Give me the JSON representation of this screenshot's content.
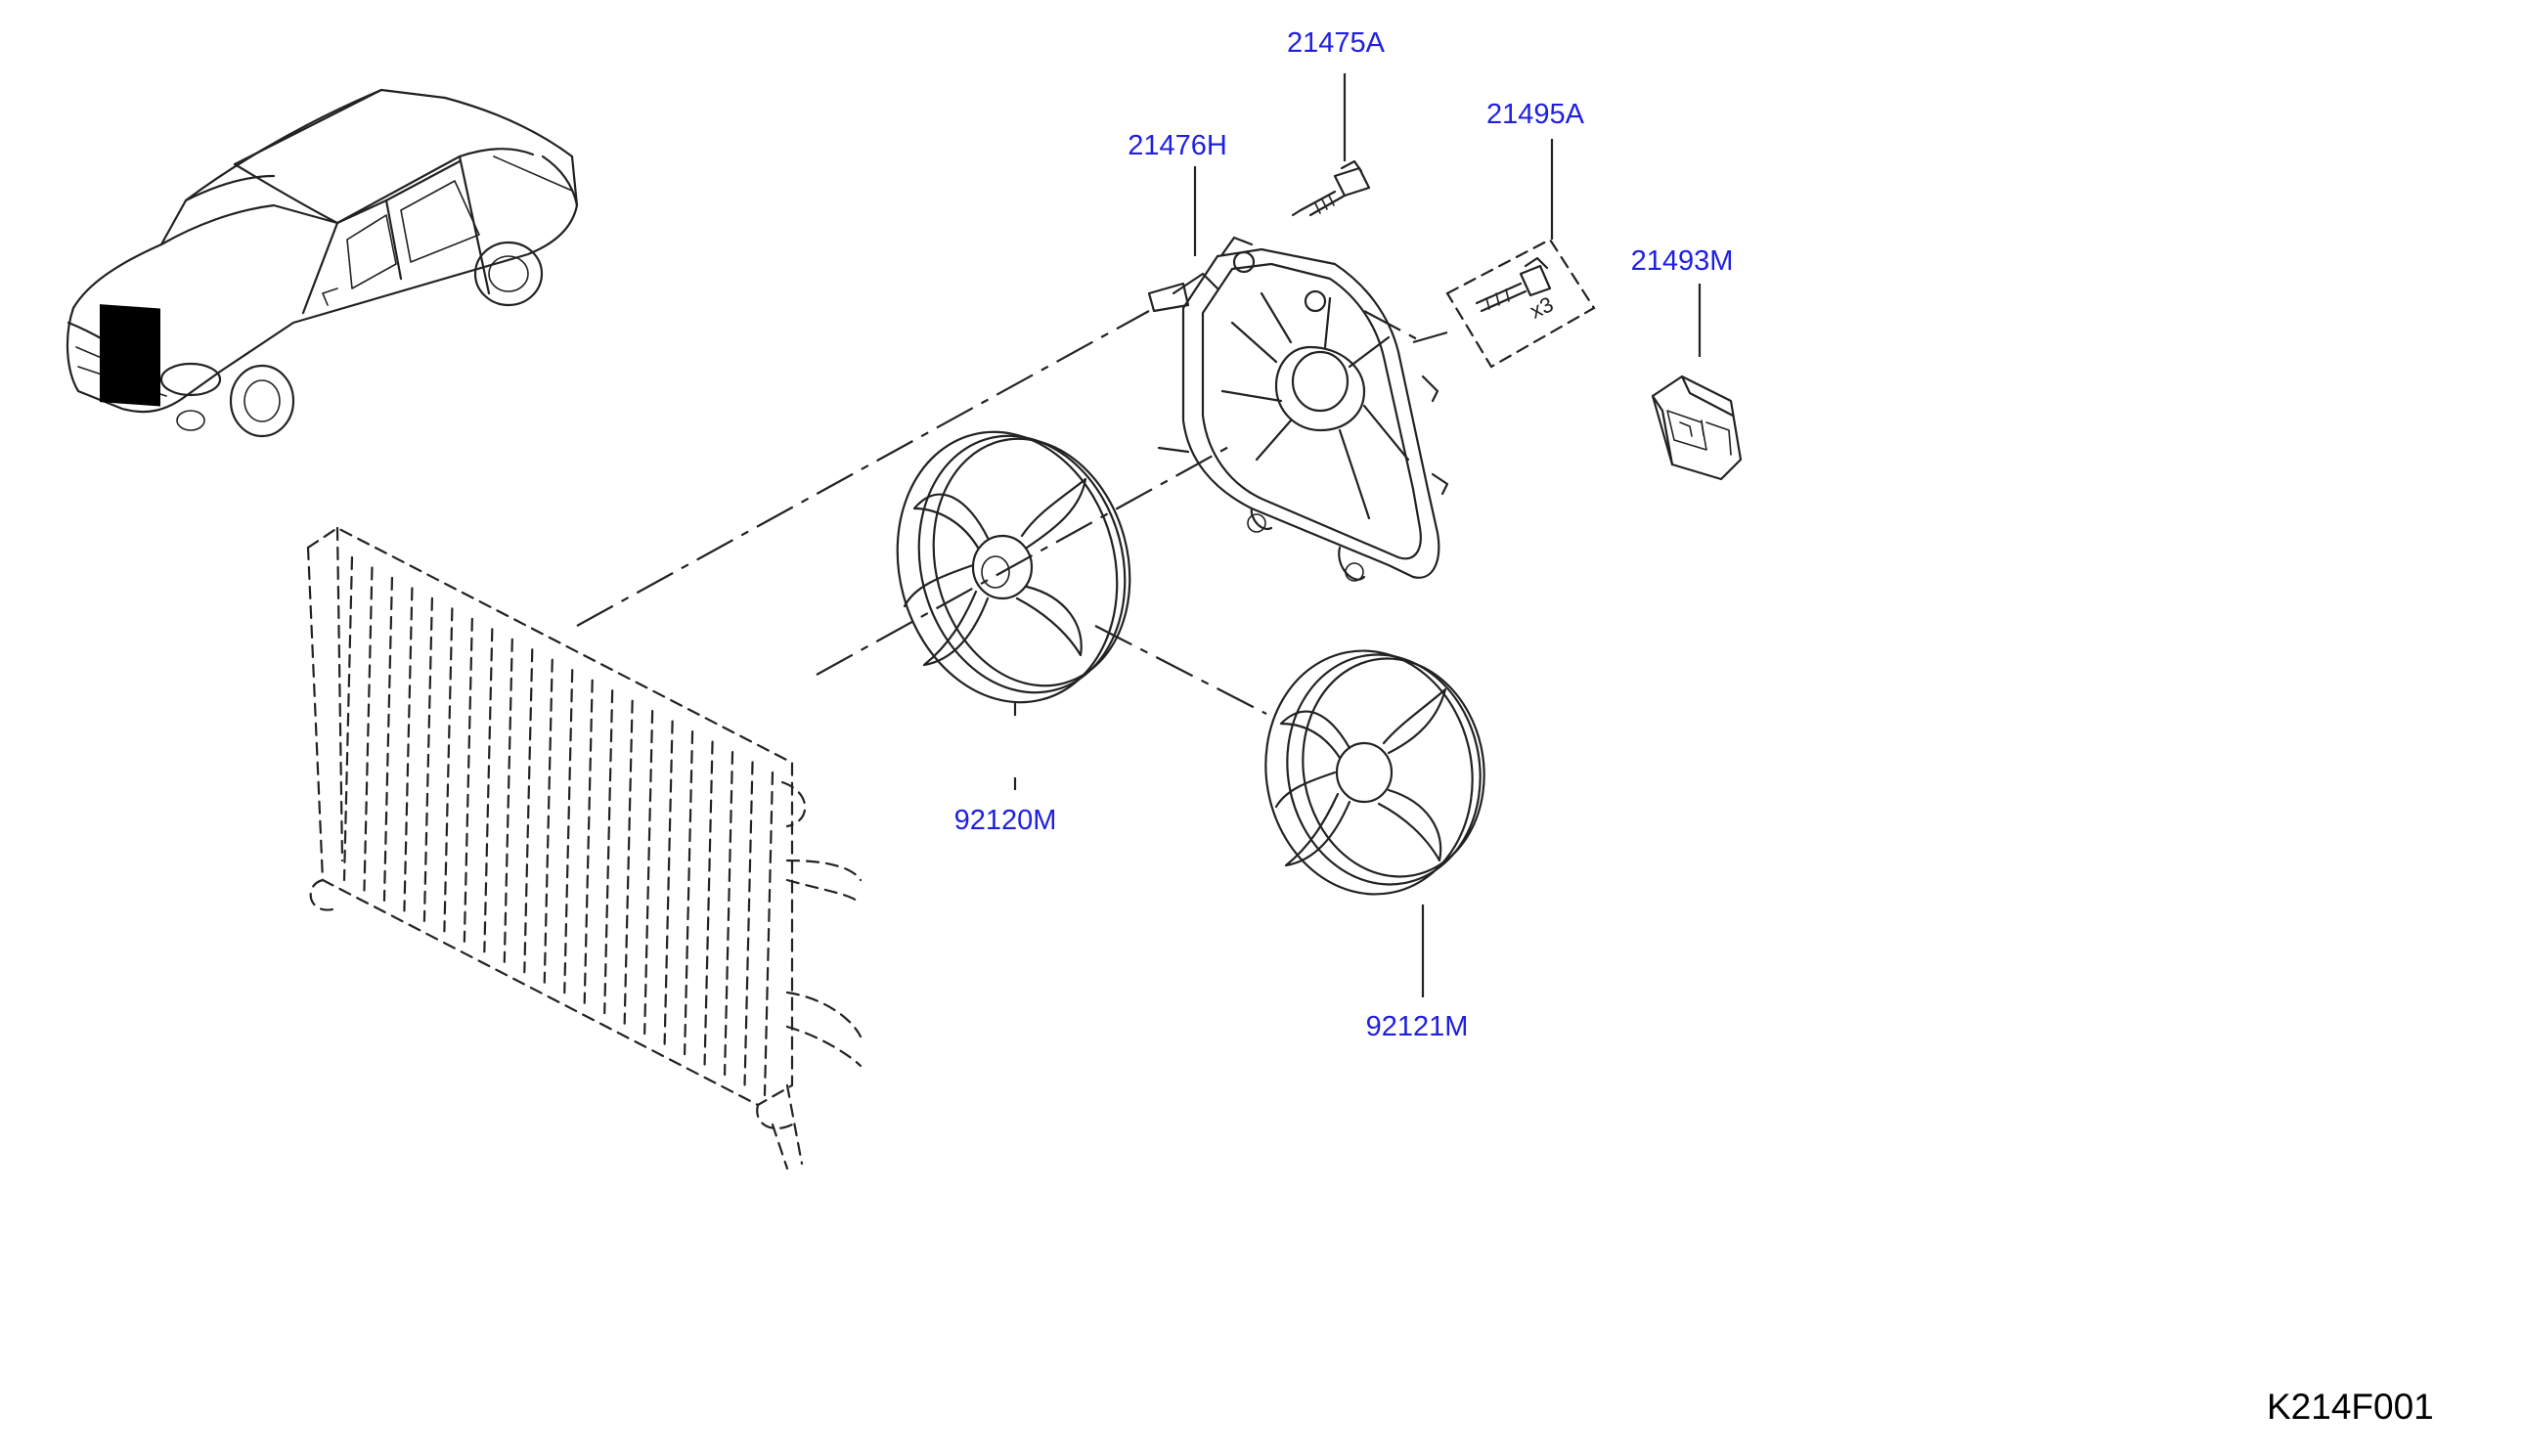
{
  "callouts": [
    {
      "id": "21475A",
      "label": "21475A"
    },
    {
      "id": "21476H",
      "label": "21476H"
    },
    {
      "id": "21495A",
      "label": "21495A"
    },
    {
      "id": "21493M",
      "label": "21493M"
    },
    {
      "id": "92120M",
      "label": "92120M"
    },
    {
      "id": "92121M",
      "label": "92121M"
    }
  ],
  "quantity_note": "x3",
  "diagram_code": "K214F001",
  "colors": {
    "callout": "#1f1fe0",
    "line": "#222222",
    "background": "#ffffff"
  }
}
